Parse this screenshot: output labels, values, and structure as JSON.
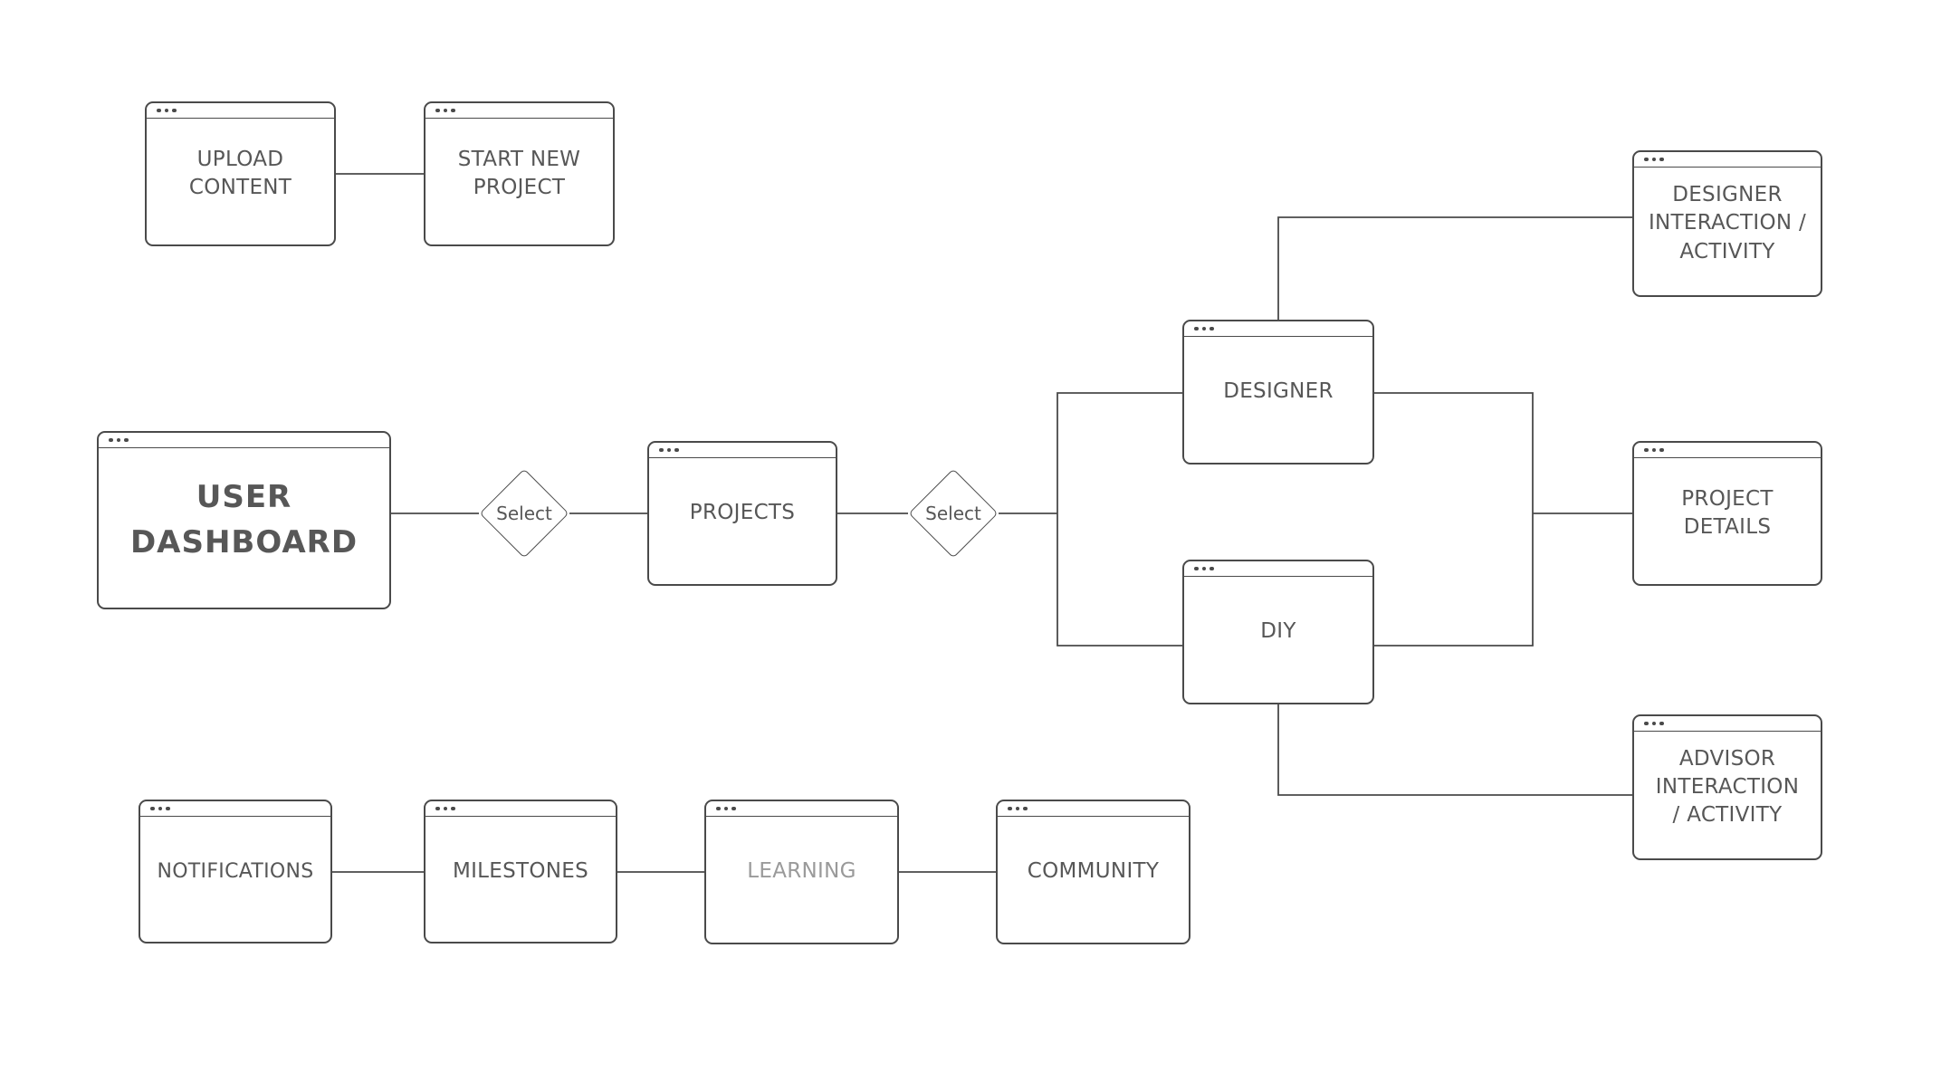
{
  "colors": {
    "line_color": "#4a4a4a",
    "text_color": "#575757",
    "muted_text_color": "#9a9a9a",
    "bg_color": "#ffffff"
  },
  "nodes": {
    "upload_content": {
      "label": "UPLOAD\nCONTENT"
    },
    "start_new_project": {
      "label": "START NEW\nPROJECT"
    },
    "user_dashboard": {
      "label": "USER\nDASHBOARD"
    },
    "projects": {
      "label": "PROJECTS"
    },
    "designer": {
      "label": "DESIGNER"
    },
    "diy": {
      "label": "DIY"
    },
    "designer_interaction": {
      "label": "DESIGNER\nINTERACTION /\nACTIVITY"
    },
    "project_details": {
      "label": "PROJECT\nDETAILS"
    },
    "advisor_interaction": {
      "label": "ADVISOR\nINTERACTION\n/ ACTIVITY"
    },
    "notifications": {
      "label": "NOTIFICATIONS"
    },
    "milestones": {
      "label": "MILESTONES"
    },
    "learning": {
      "label": "LEARNING"
    },
    "community": {
      "label": "COMMUNITY"
    }
  },
  "decisions": {
    "select1": {
      "label": "Select"
    },
    "select2": {
      "label": "Select"
    }
  },
  "edges": [
    {
      "from": "upload_content",
      "to": "start_new_project"
    },
    {
      "from": "user_dashboard",
      "to": "select1"
    },
    {
      "from": "select1",
      "to": "projects"
    },
    {
      "from": "projects",
      "to": "select2"
    },
    {
      "from": "select2",
      "to": "designer"
    },
    {
      "from": "select2",
      "to": "diy"
    },
    {
      "from": "designer",
      "to": "designer_interaction"
    },
    {
      "from": "designer",
      "to": "project_details"
    },
    {
      "from": "diy",
      "to": "project_details"
    },
    {
      "from": "diy",
      "to": "advisor_interaction"
    },
    {
      "from": "notifications",
      "to": "milestones"
    },
    {
      "from": "milestones",
      "to": "learning"
    },
    {
      "from": "learning",
      "to": "community"
    }
  ]
}
